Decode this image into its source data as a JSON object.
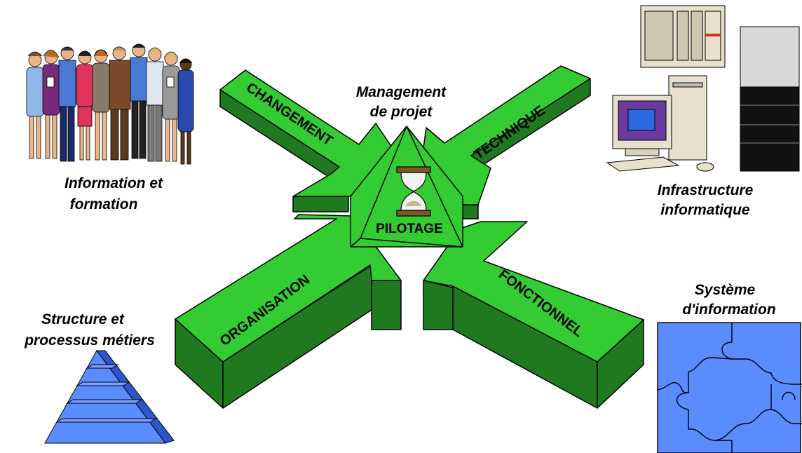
{
  "center": {
    "title_line1": "Management",
    "title_line2": "de projet",
    "label": "PILOTAGE"
  },
  "arrows": {
    "top_left": "CHANGEMENT",
    "top_right": "TECHNIQUE",
    "bottom_left": "ORGANISATION",
    "bottom_right": "FONCTIONNEL"
  },
  "corners": {
    "top_left_line1": "Information et",
    "top_left_line2": "formation",
    "top_right_line1": "Infrastructure",
    "top_right_line2": "informatique",
    "bottom_left_line1": "Structure et",
    "bottom_left_line2": "processus métiers",
    "bottom_right_line1": "Système",
    "bottom_right_line2": "d'information"
  },
  "colors": {
    "arrow_top": "#33cc33",
    "arrow_side": "#1f7a1f",
    "arrow_dark": "#0f4d0f",
    "blue": "#5b8cff",
    "blue_dark": "#2e55c9"
  }
}
